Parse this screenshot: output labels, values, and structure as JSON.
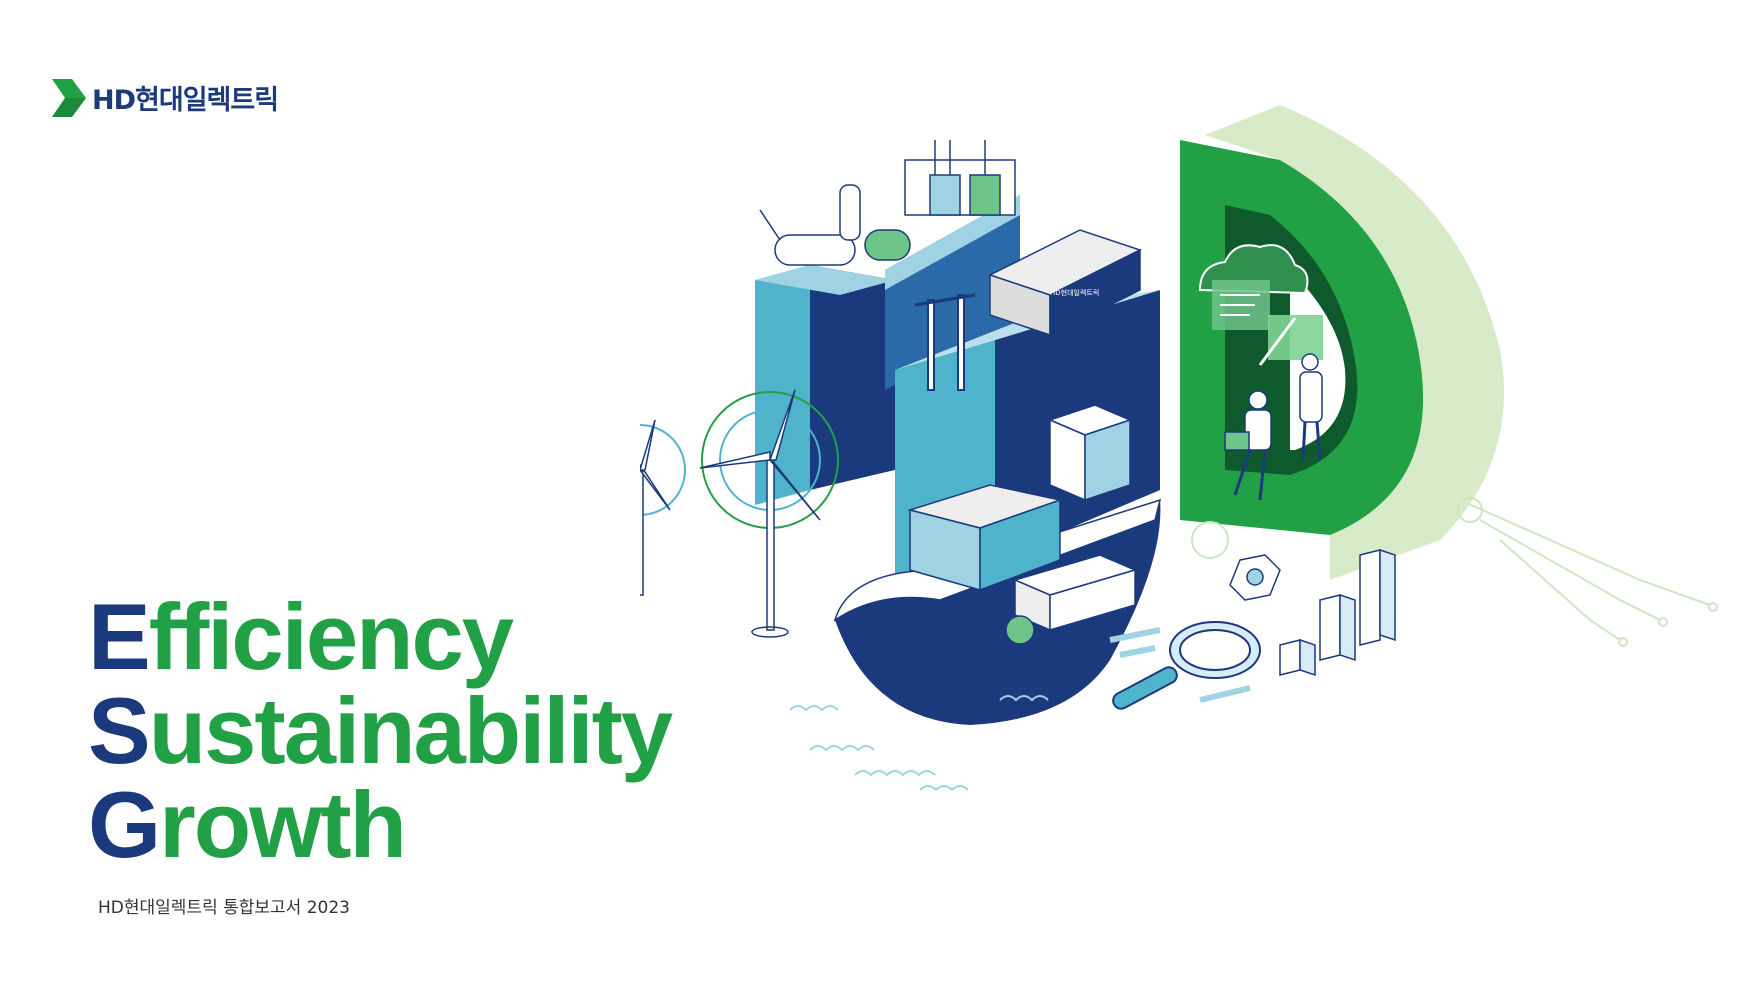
{
  "brand": {
    "logo_text": "HD현대일렉트릭",
    "colors": {
      "navy": "#1b3a7d",
      "green": "#22a046",
      "light_green": "#d7ebc9",
      "sky": "#9fd2e2",
      "teal": "#4fb3cc"
    }
  },
  "headline": [
    {
      "initial": "E",
      "rest": "fficiency"
    },
    {
      "initial": "S",
      "rest": "ustainability"
    },
    {
      "initial": "G",
      "rest": "rowth"
    }
  ],
  "subtitle": "HD현대일렉트릭 통합보고서 2023",
  "illustration": {
    "building_label": "HD현대일렉트릭",
    "icons": [
      "wind-turbine-icon",
      "cargo-ship-icon",
      "transformer-icon",
      "factory-icon",
      "cloud-icon",
      "gear-icon",
      "magnifier-icon",
      "bar-chart-icon",
      "person-icon"
    ]
  }
}
